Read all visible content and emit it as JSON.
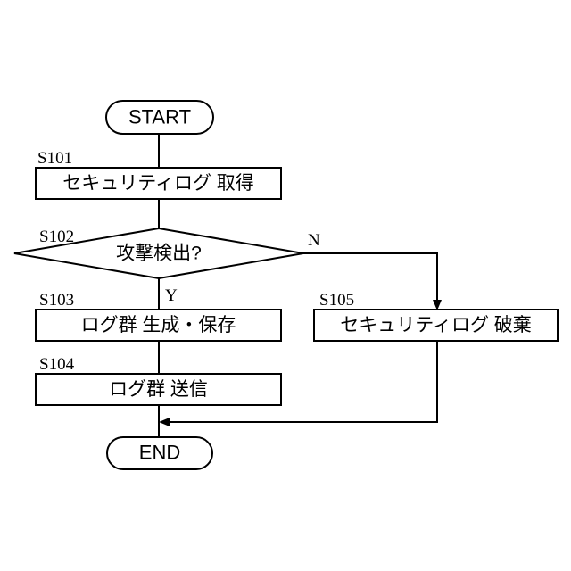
{
  "diagram": {
    "type": "flowchart",
    "orientation": "top-to-bottom",
    "background_color": "#ffffff",
    "line_color": "#000000",
    "terminals": {
      "start": {
        "label": "START"
      },
      "end": {
        "label": "END"
      }
    },
    "steps": [
      {
        "id": "S101",
        "step_label": "S101",
        "text": "セキュリティログ 取得",
        "shape": "process"
      },
      {
        "id": "S102",
        "step_label": "S102",
        "text": "攻撃検出?",
        "shape": "decision"
      },
      {
        "id": "S103",
        "step_label": "S103",
        "text": "ログ群 生成・保存",
        "shape": "process"
      },
      {
        "id": "S104",
        "step_label": "S104",
        "text": "ログ群 送信",
        "shape": "process"
      },
      {
        "id": "S105",
        "step_label": "S105",
        "text": "セキュリティログ 破棄",
        "shape": "process"
      }
    ],
    "branch_labels": {
      "yes": "Y",
      "no": "N"
    }
  }
}
